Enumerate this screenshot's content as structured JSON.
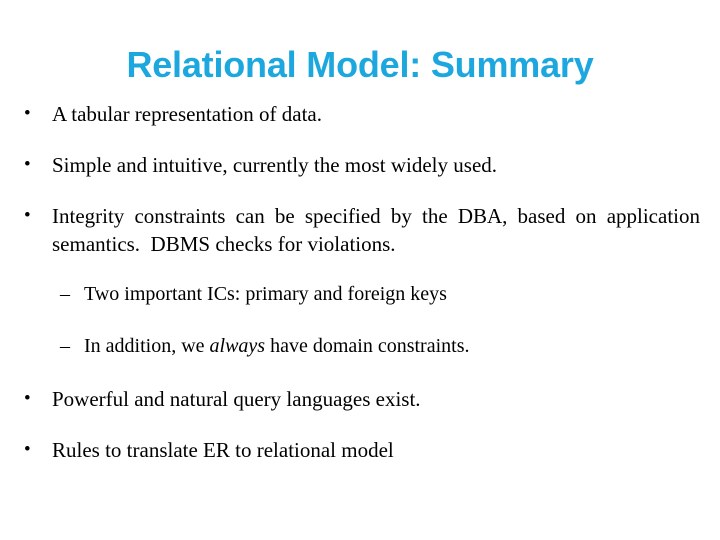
{
  "slide": {
    "title": "Relational Model: Summary",
    "title_color": "#1CA7DE",
    "background_color": "#FFFFFF",
    "bullet_glyph": "•",
    "subbullet_glyph": "–",
    "bullets": [
      {
        "level": 1,
        "text": "A tabular representation of data."
      },
      {
        "level": 1,
        "text": "Simple and intuitive, currently the most widely used."
      },
      {
        "level": 1,
        "justified": true,
        "text": "Integrity constraints can be specified by the DBA, based on application semantics.  DBMS checks for violations."
      },
      {
        "level": 2,
        "text": "Two important ICs: primary and foreign keys"
      },
      {
        "level": 2,
        "text_before_italic": "In addition, we ",
        "italic_text": "always",
        "text_after_italic": " have domain constraints."
      },
      {
        "level": 1,
        "text": "Powerful and natural query languages exist."
      },
      {
        "level": 1,
        "text": "Rules to translate ER to relational model"
      }
    ]
  }
}
